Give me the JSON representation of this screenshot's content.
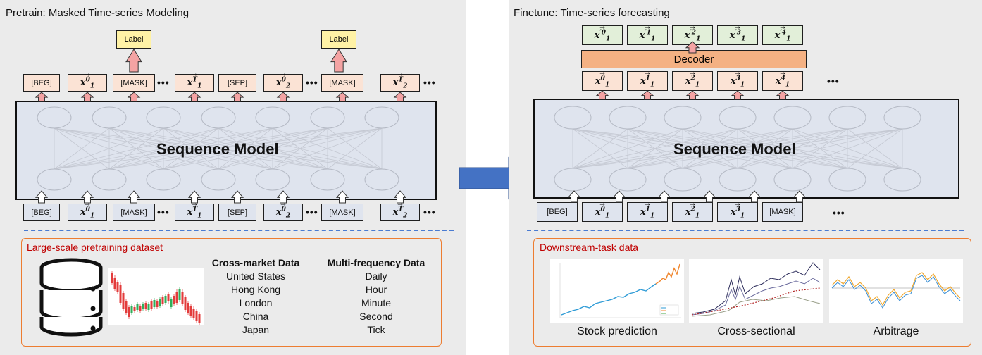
{
  "left_panel": {
    "title": "Pretrain: Masked Time-series Modeling",
    "model_title": "Sequence Model",
    "label_text": "Label",
    "top_tokens": [
      {
        "kind": "text",
        "text": "[BEG]"
      },
      {
        "kind": "vec",
        "base": "x",
        "sup": "0",
        "sub": "1"
      },
      {
        "kind": "text",
        "text": "[MASK]"
      },
      {
        "kind": "vec",
        "base": "x",
        "sup": "T",
        "sub": "1"
      },
      {
        "kind": "text",
        "text": "[SEP]"
      },
      {
        "kind": "vec",
        "base": "x",
        "sup": "0",
        "sub": "2"
      },
      {
        "kind": "text",
        "text": "[MASK]"
      },
      {
        "kind": "vec",
        "base": "x",
        "sup": "T",
        "sub": "2"
      }
    ],
    "bottom_tokens": [
      {
        "kind": "text",
        "text": "[BEG]"
      },
      {
        "kind": "vec",
        "base": "x",
        "sup": "0",
        "sub": "1"
      },
      {
        "kind": "text",
        "text": "[MASK]"
      },
      {
        "kind": "vec",
        "base": "x",
        "sup": "T",
        "sub": "1"
      },
      {
        "kind": "text",
        "text": "[SEP]"
      },
      {
        "kind": "vec",
        "base": "x",
        "sup": "0",
        "sub": "2"
      },
      {
        "kind": "text",
        "text": "[MASK]"
      },
      {
        "kind": "vec",
        "base": "x",
        "sup": "T",
        "sub": "2"
      }
    ],
    "ellipsis": "•••",
    "dataset": {
      "title": "Large-scale pretraining dataset",
      "cross_market": {
        "heading": "Cross-market Data",
        "items": [
          "United States",
          "Hong Kong",
          "London",
          "China",
          "Japan"
        ]
      },
      "multi_frequency": {
        "heading": "Multi-frequency Data",
        "items": [
          "Daily",
          "Hour",
          "Minute",
          "Second",
          "Tick"
        ]
      }
    }
  },
  "right_panel": {
    "title": "Finetune: Time-series forecasting",
    "model_title": "Sequence Model",
    "decoder_label": "Decoder",
    "output_tokens": [
      {
        "kind": "vec",
        "base": "x",
        "prime": true,
        "sup": "0",
        "sub": "1"
      },
      {
        "kind": "vec",
        "base": "x",
        "prime": true,
        "sup": "1",
        "sub": "1"
      },
      {
        "kind": "vec",
        "base": "x",
        "prime": true,
        "sup": "2",
        "sub": "1"
      },
      {
        "kind": "vec",
        "base": "x",
        "prime": true,
        "sup": "3",
        "sub": "1"
      },
      {
        "kind": "vec",
        "base": "x",
        "prime": true,
        "sup": "4",
        "sub": "1"
      }
    ],
    "top_tokens": [
      {
        "kind": "vec",
        "base": "x",
        "sup": "0",
        "sub": "1"
      },
      {
        "kind": "vec",
        "base": "x",
        "sup": "1",
        "sub": "1"
      },
      {
        "kind": "vec",
        "base": "x",
        "sup": "2",
        "sub": "1"
      },
      {
        "kind": "vec",
        "base": "x",
        "sup": "3",
        "sub": "1"
      },
      {
        "kind": "vec",
        "base": "x",
        "sup": "4",
        "sub": "1"
      }
    ],
    "bottom_tokens": [
      {
        "kind": "text",
        "text": "[BEG]"
      },
      {
        "kind": "vec",
        "base": "x",
        "sup": "0",
        "sub": "1"
      },
      {
        "kind": "vec",
        "base": "x",
        "sup": "1",
        "sub": "1"
      },
      {
        "kind": "vec",
        "base": "x",
        "sup": "2",
        "sub": "1"
      },
      {
        "kind": "vec",
        "base": "x",
        "sup": "3",
        "sub": "1"
      },
      {
        "kind": "text",
        "text": "[MASK]"
      }
    ],
    "ellipsis": "•••",
    "downstream": {
      "title": "Downstream-task data",
      "captions": [
        "Stock prediction",
        "Cross-sectional",
        "Arbitrage"
      ]
    }
  },
  "colors": {
    "panel_bg": "#ebebeb",
    "token_orange": "#fbe3d5",
    "token_gray": "#dfe4ee",
    "token_green": "#e2efd9",
    "label_yellow": "#fff2a6",
    "decoder": "#f4b183",
    "up_arrow_red": "#f4a3a3",
    "dashed_blue": "#4a7bd1",
    "section_border": "#ed7d31",
    "section_title": "#c00000",
    "flow_arrow": "#4472c4"
  }
}
